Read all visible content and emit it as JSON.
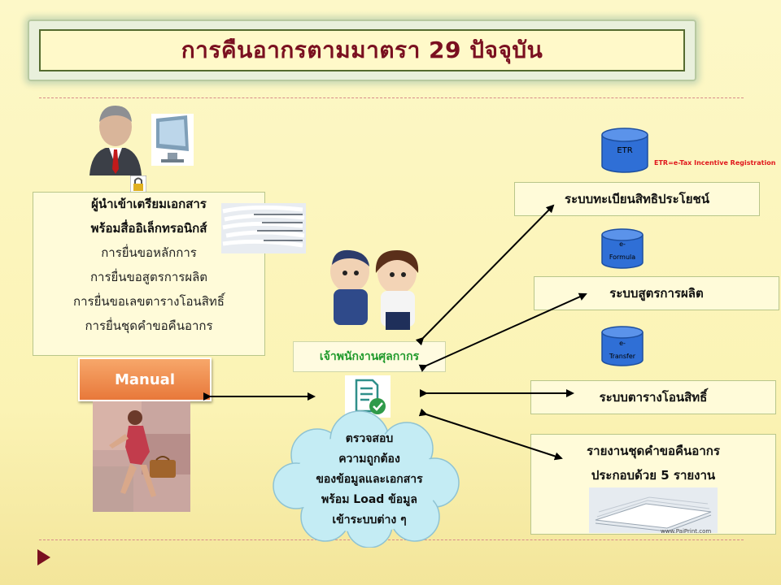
{
  "title": "การคืนอากรตามมาตรา 29  ปัจจุบัน",
  "importer": {
    "line1": "ผู้นำเข้าเตรียมเอกสาร",
    "line2": "พร้อมสื่ออิเล็กทรอนิกส์",
    "items": [
      "การยื่นขอหลักการ",
      "การยื่นขอสูตรการผลิต",
      "การยื่นขอเลขตารางโอนสิทธิ์",
      "การยื่นชุดคำขอคืนอากร"
    ]
  },
  "manual_label": "Manual",
  "officer_label": "เจ้าพนักงานศุลกากร",
  "cloud": {
    "lines": [
      "ตรวจสอบ",
      "ความถูกต้อง",
      "ของข้อมูลและเอกสาร",
      "พร้อม Load ข้อมูล",
      "เข้าระบบต่าง ๆ"
    ]
  },
  "etr": {
    "db_label": "ETR",
    "note": "ETR=e-Tax Incentive Registration"
  },
  "e_formula": {
    "db_line1": "e-",
    "db_line2": "Formula"
  },
  "e_transfer": {
    "db_line1": "e-",
    "db_line2": "Transfer"
  },
  "systems": {
    "registration": "ระบบทะเบียนสิทธิประโยชน์",
    "formula": "ระบบสูตรการผลิต",
    "transfer": "ระบบตารางโอนสิทธิ์",
    "report_line1": "รายงานชุดคำขอคืนอากร",
    "report_line2": "ประกอบด้วย 5 รายงาน"
  },
  "paper_watermark": "www.PaiPrint.com",
  "colors": {
    "title_text": "#7a1020",
    "officer_text": "#1f9a2b",
    "etr_note": "#e0161c",
    "cylinder": "#2f6fd6",
    "manual": "#e8783a",
    "cloud": "#c4ecf4"
  },
  "icons": [
    "businessman-icon",
    "monitor-icon",
    "lock-icon",
    "papers-icon",
    "officers-icon",
    "document-check-icon",
    "woman-carrying-bag-icon",
    "paper-stack-icon",
    "play-triangle-icon",
    "database-icon"
  ]
}
